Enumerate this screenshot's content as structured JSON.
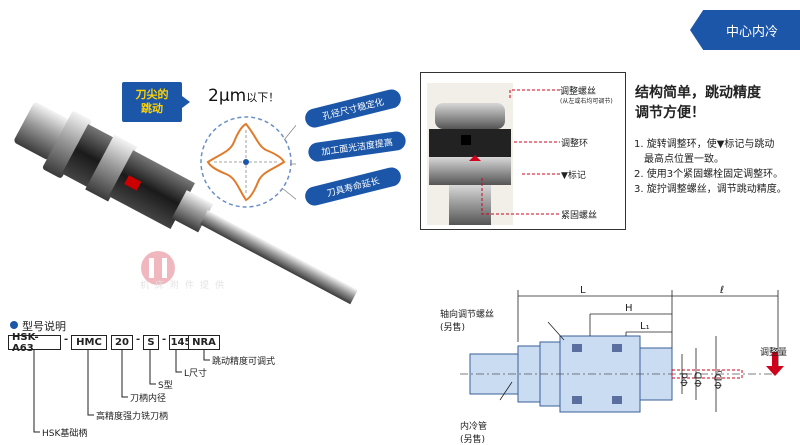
{
  "header": {
    "badge": "中心内冷"
  },
  "feature": {
    "tag_line1": "刀尖的",
    "tag_line2": "跳动",
    "runout_value": "2μm",
    "runout_suffix": "以下！",
    "benefits": [
      "孔径尺寸稳定化",
      "加工面光洁度提高",
      "刀具寿命延长"
    ]
  },
  "watermark": {
    "text": "机床附件提供"
  },
  "model": {
    "title": "型号说明",
    "codes": [
      "HSK-A63",
      "HMC",
      "20",
      "S",
      "145",
      "NRA"
    ],
    "descriptions": {
      "nra": "跳动精度可调式",
      "l": "L尺寸",
      "s": "S型",
      "d": "刀柄内径",
      "hmc": "高精度强力铣刀柄",
      "hsk": "HSK基础柄"
    }
  },
  "adjust_photo": {
    "labels": {
      "screw": "调整螺丝",
      "screw_note": "(从左或右均可调节)",
      "ring": "调整环",
      "mark": "▼标记",
      "lock": "紧固螺丝"
    }
  },
  "summary": {
    "title_line1": "结构简单，跳动精度",
    "title_line2": "调节方便！",
    "steps": [
      "1. 旋转调整环，使▼标记与跳动",
      "最高点位置一致。",
      "2. 使用3个紧固螺栓固定调整环。",
      "3. 旋拧调整螺丝，调节跳动精度。"
    ]
  },
  "drawing": {
    "dims": {
      "L": "L",
      "l": "ℓ",
      "H": "H",
      "L1": "L₁",
      "d": "Φd",
      "D": "ΦD",
      "D1": "ΦD₁"
    },
    "label_axial_1": "轴向调节螺丝",
    "label_axial_2": "(另售)",
    "label_tube_1": "内冷管",
    "label_tube_2": "(另售)",
    "label_adjust": "调整量"
  },
  "colors": {
    "brand_blue": "#1b56a8",
    "tag_yellow": "#ffd200",
    "dim_red": "#d0021b"
  }
}
